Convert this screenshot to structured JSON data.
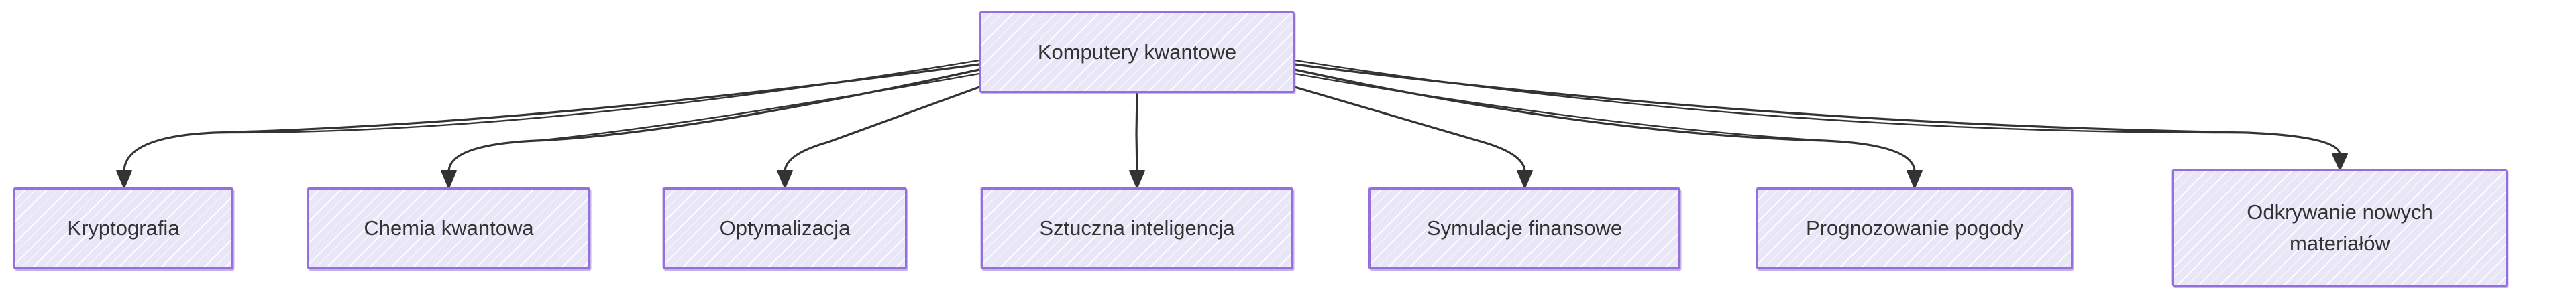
{
  "diagram": {
    "type": "flowchart",
    "direction": "top-down",
    "root": {
      "id": "komputery-kwantowe",
      "label": "Komputery kwantowe"
    },
    "children": [
      {
        "id": "kryptografia",
        "label": "Kryptografia"
      },
      {
        "id": "chemia-kwantowa",
        "label": "Chemia kwantowa"
      },
      {
        "id": "optymalizacja",
        "label": "Optymalizacja"
      },
      {
        "id": "sztuczna-inteligencja",
        "label": "Sztuczna inteligencja"
      },
      {
        "id": "symulacje-finansowe",
        "label": "Symulacje finansowe"
      },
      {
        "id": "prognozowanie-pogody",
        "label": "Prognozowanie pogody"
      },
      {
        "id": "odkrywanie-nowych-materialow",
        "label": "Odkrywanie nowych materiałów"
      }
    ],
    "edges": [
      {
        "from": "komputery-kwantowe",
        "to": "kryptografia"
      },
      {
        "from": "komputery-kwantowe",
        "to": "chemia-kwantowa"
      },
      {
        "from": "komputery-kwantowe",
        "to": "optymalizacja"
      },
      {
        "from": "komputery-kwantowe",
        "to": "sztuczna-inteligencja"
      },
      {
        "from": "komputery-kwantowe",
        "to": "symulacje-finansowe"
      },
      {
        "from": "komputery-kwantowe",
        "to": "prognozowanie-pogody"
      },
      {
        "from": "komputery-kwantowe",
        "to": "odkrywanie-nowych-materialow"
      }
    ],
    "colors": {
      "node_fill": "#e9e6f8",
      "node_border": "#9370DB",
      "edge": "#333333",
      "text": "#333333",
      "background": "#ffffff"
    }
  }
}
